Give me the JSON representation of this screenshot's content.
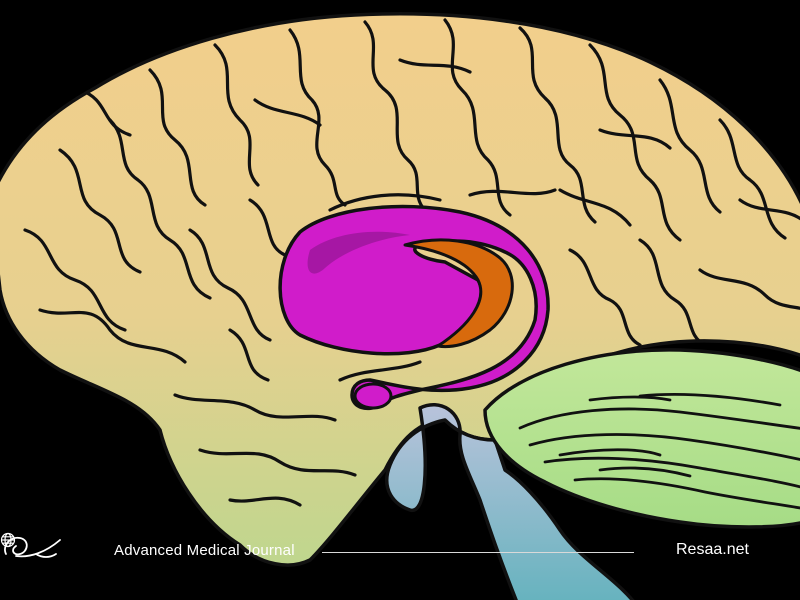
{
  "footer": {
    "journal_name": "Advanced Medical Journal",
    "site_name": "Resaa.net"
  },
  "icons": {
    "logo": "resaa-swirl-logo",
    "site": "globe-icon"
  },
  "colors": {
    "background": "#000000",
    "cerebrum_top": "#f2cf8c",
    "cerebrum_bottom": "#c6d18f",
    "corpus_callosum": "#d21bcb",
    "caudate": "#d86a0d",
    "cerebellum": "#b6e08c",
    "brainstem_top": "#b6c2da",
    "brainstem_bottom": "#6cb3bf",
    "outline": "#111111",
    "footer_text": "#ffffff"
  }
}
